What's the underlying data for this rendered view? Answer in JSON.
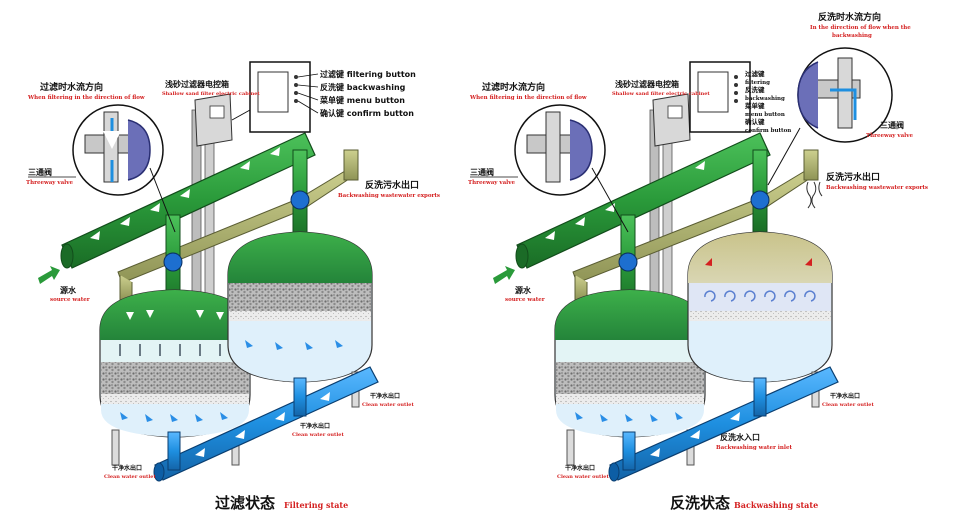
{
  "panels": {
    "filtering": {
      "filter_direction_cn": "过滤时水流方向",
      "filter_direction_en": "When filtering in the direction of flow",
      "cabinet_cn": "浅砂过滤器电控箱",
      "cabinet_en": "Shallow sand filter electric cabinet",
      "btn1": "过滤键 filtering button",
      "btn2": "反洗键 backwashing",
      "btn3": "菜单键 menu button",
      "btn4": "确认键 confirm button",
      "valve_cn": "三通阀",
      "valve_en": "Threeway valve",
      "outlet_bw_cn": "反洗污水出口",
      "outlet_bw_en": "Backwashing wastewater exports",
      "source_cn": "源水",
      "source_en": "source water",
      "clean_out_cn": "干净水出口",
      "clean_out_en": "Clean water outlet",
      "clean_out2_cn": "干净水出口",
      "clean_out2_en": "Clean water outlet",
      "state_cn": "过滤状态",
      "state_en": "Filtering state"
    },
    "backwashing": {
      "filter_direction_cn": "过滤时水流方向",
      "filter_direction_en": "When filtering in the direction of flow",
      "bw_direction_cn": "反洗时水流方向",
      "bw_direction_en1": "In the direction of flow when the",
      "bw_direction_en2": "backwashing",
      "cabinet_cn": "浅砂过滤器电控箱",
      "cabinet_en": "Shallow sand filter electric cabinet",
      "btn1": "过滤键",
      "btn2": "反洗键",
      "btn3": "菜单键",
      "btn4": "确认键",
      "btn1_en": "filtering",
      "btn2_en": "backwashing",
      "btn3_en": "menu button",
      "btn4_en": "confirm button",
      "valve_cn": "三通阀",
      "valve_en": "Threeway valve",
      "valve2_cn": "三通阀",
      "valve2_en": "Threeway valve",
      "outlet_bw_cn": "反洗污水出口",
      "outlet_bw_en": "Backwashing wastewater exports",
      "source_cn": "源水",
      "source_en": "source water",
      "clean_out_cn": "干净水出口",
      "clean_out_en": "Clean water outlet",
      "clean_out2_cn": "干净水出口",
      "clean_out2_en": "Clean water outlet",
      "bw_inlet_cn": "反洗水入口",
      "bw_inlet_en": "Backwashing water inlet",
      "state_cn": "反洗状态",
      "state_en": "Backwashing state"
    }
  },
  "colors": {
    "green_pipe": "#2a9a3a",
    "olive_pipe": "#a8ad6a",
    "blue_pipe": "#1e8fe0",
    "label_red": "#d42020"
  }
}
